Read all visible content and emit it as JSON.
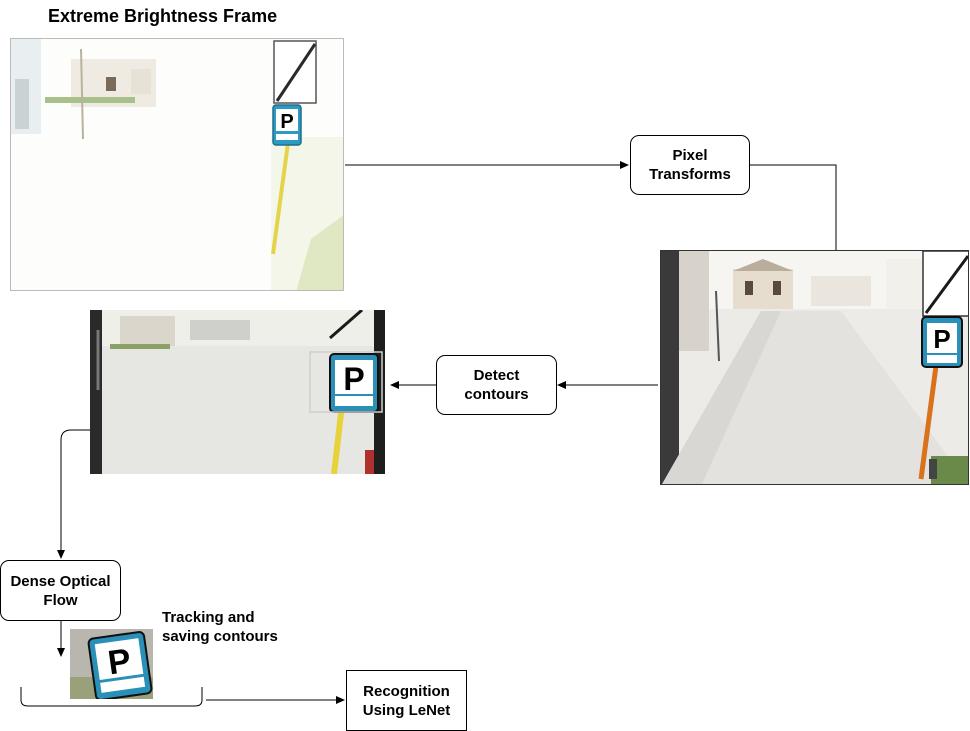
{
  "title": "Extreme Brightness Frame",
  "steps": {
    "pixel_transforms": "Pixel\nTransforms",
    "detect_contours": "Detect\ncontours",
    "dense_optical_flow": "Dense Optical\nFlow",
    "tracking_label": "Tracking and\nsaving contours",
    "recognition": "Recognition\nUsing LeNet"
  },
  "sign_letter": "P",
  "colors": {
    "sign_blue": "#1f8fb6",
    "sign_border": "#1a1a1a",
    "pole_yellow": "#e8d23a",
    "pole_orange": "#e07a1a",
    "road_gray": "#e4e4e0",
    "dark_frame": "#1e1e1e",
    "detection_box": "#cfcfcf"
  }
}
